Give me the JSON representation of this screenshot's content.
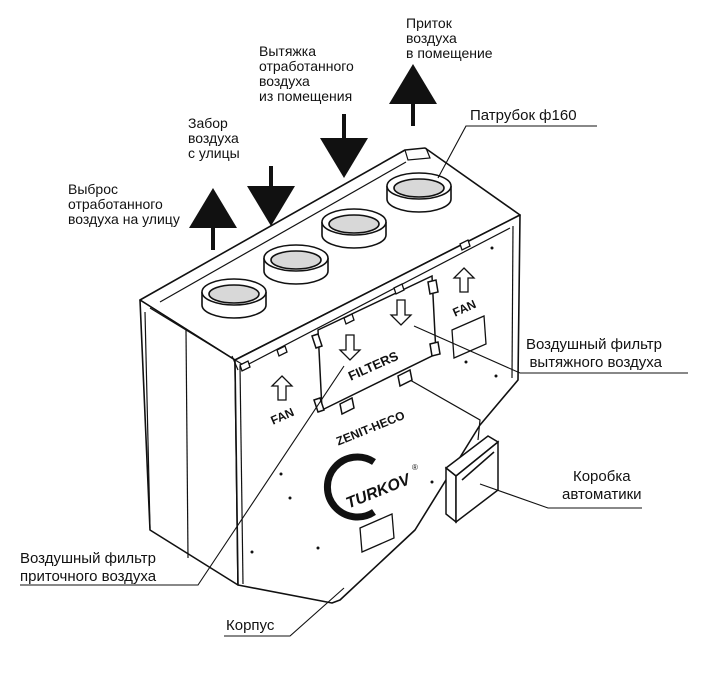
{
  "labels": {
    "exhaust_out": [
      "Выброс",
      "отработанного",
      "воздуха на улицу"
    ],
    "intake_outdoor": [
      "Забор",
      "воздуха",
      "с улицы"
    ],
    "extract_room": [
      "Вытяжка",
      "отработанного",
      "воздуха",
      "из помещения"
    ],
    "supply_room": [
      "Приток",
      "воздуха",
      "в помещение"
    ],
    "duct": "Патрубок ф160",
    "extract_filter": [
      "Воздушный фильтр",
      "вытяжного воздуха"
    ],
    "supply_filter": [
      "Воздушный фильтр",
      "приточного воздуха"
    ],
    "control_box": [
      "Коробка",
      "автоматики"
    ],
    "housing": "Корпус"
  },
  "device": {
    "filters_label": "FILTERS",
    "fan_label": "FAN",
    "model": "ZENIT-HECO",
    "brand": "TURKOV",
    "brand_mark": "®"
  }
}
